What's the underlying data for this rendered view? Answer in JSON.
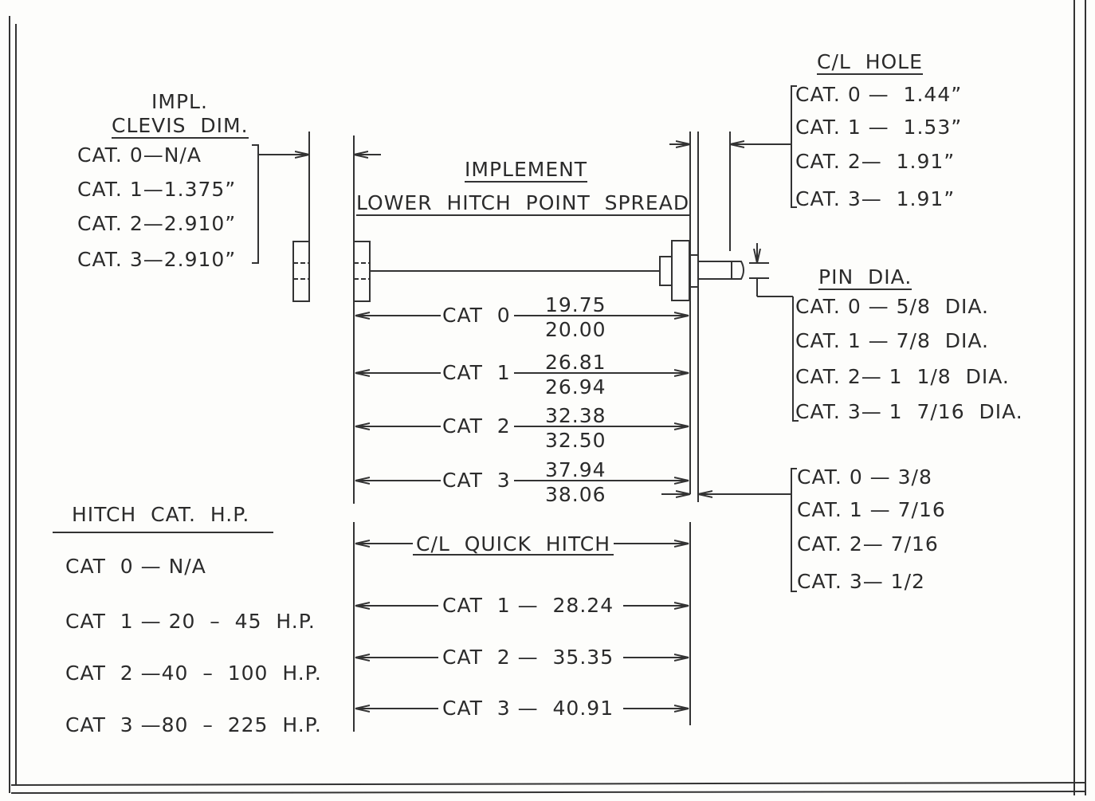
{
  "clevis": {
    "title_line1": "IMPL.",
    "title_line2": "CLEVIS  DIM.",
    "rows": [
      "CAT. 0—N/A",
      "CAT. 1—1.375”",
      "CAT. 2—2.910”",
      "CAT. 3—2.910”"
    ]
  },
  "lower_hitch": {
    "title_line1": "IMPLEMENT",
    "title_line2": "LOWER  HITCH  POINT  SPREAD",
    "rows": [
      {
        "label": "CAT  0",
        "min": "19.75",
        "max": "20.00"
      },
      {
        "label": "CAT  1",
        "min": "26.81",
        "max": "26.94"
      },
      {
        "label": "CAT  2",
        "min": "32.38",
        "max": "32.50"
      },
      {
        "label": "CAT  3",
        "min": "37.94",
        "max": "38.06"
      }
    ]
  },
  "cl_hole": {
    "title": "C/L  HOLE",
    "rows": [
      "CAT. 0 —  1.44”",
      "CAT. 1 —  1.53”",
      "CAT. 2—  1.91”",
      "CAT. 3—  1.91”"
    ]
  },
  "pin_dia": {
    "title": "PIN  DIA.",
    "rows": [
      "CAT. 0 — 5/8  DIA.",
      "CAT. 1 — 7/8  DIA.",
      "CAT. 2— 1  1/8  DIA.",
      "CAT. 3— 1  7/16  DIA."
    ]
  },
  "pin_hole_offset": {
    "rows": [
      "CAT. 0 — 3/8",
      "CAT. 1 — 7/16",
      "CAT. 2— 7/16",
      "CAT. 3— 1/2"
    ]
  },
  "hitch_hp": {
    "title": "HITCH  CAT.  H.P.",
    "rows": [
      "CAT  0 — N/A",
      "CAT  1 — 20  –  45  H.P.",
      "CAT  2 —40  –  100  H.P.",
      "CAT  3 —80  –  225  H.P."
    ]
  },
  "quick_hitch": {
    "title": "C/L  QUICK  HITCH",
    "rows": [
      "CAT  1 —  28.24",
      "CAT  2 —  35.35",
      "CAT  3 —  40.91"
    ]
  }
}
